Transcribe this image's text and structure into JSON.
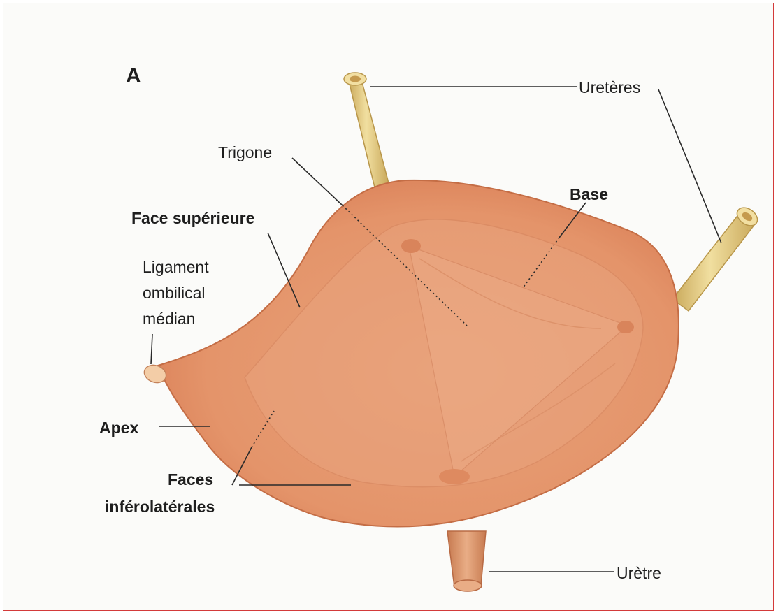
{
  "figure": {
    "panel_letter": "A",
    "labels": {
      "ureteres": "Uretères",
      "trigone": "Trigone",
      "base": "Base",
      "face_superieure": "Face supérieure",
      "ligament_line1": "Ligament",
      "ligament_line2": "ombilical",
      "ligament_line3": "médian",
      "apex": "Apex",
      "faces_line1": "Faces",
      "faces_line2": "inférolatérales",
      "uretre": "Urètre"
    },
    "colors": {
      "frame_border": "#d33a3a",
      "bladder_fill": "#e89a6e",
      "bladder_dark": "#d77a52",
      "ureter_fill": "#e7cd86",
      "text": "#1e1e1e"
    }
  }
}
